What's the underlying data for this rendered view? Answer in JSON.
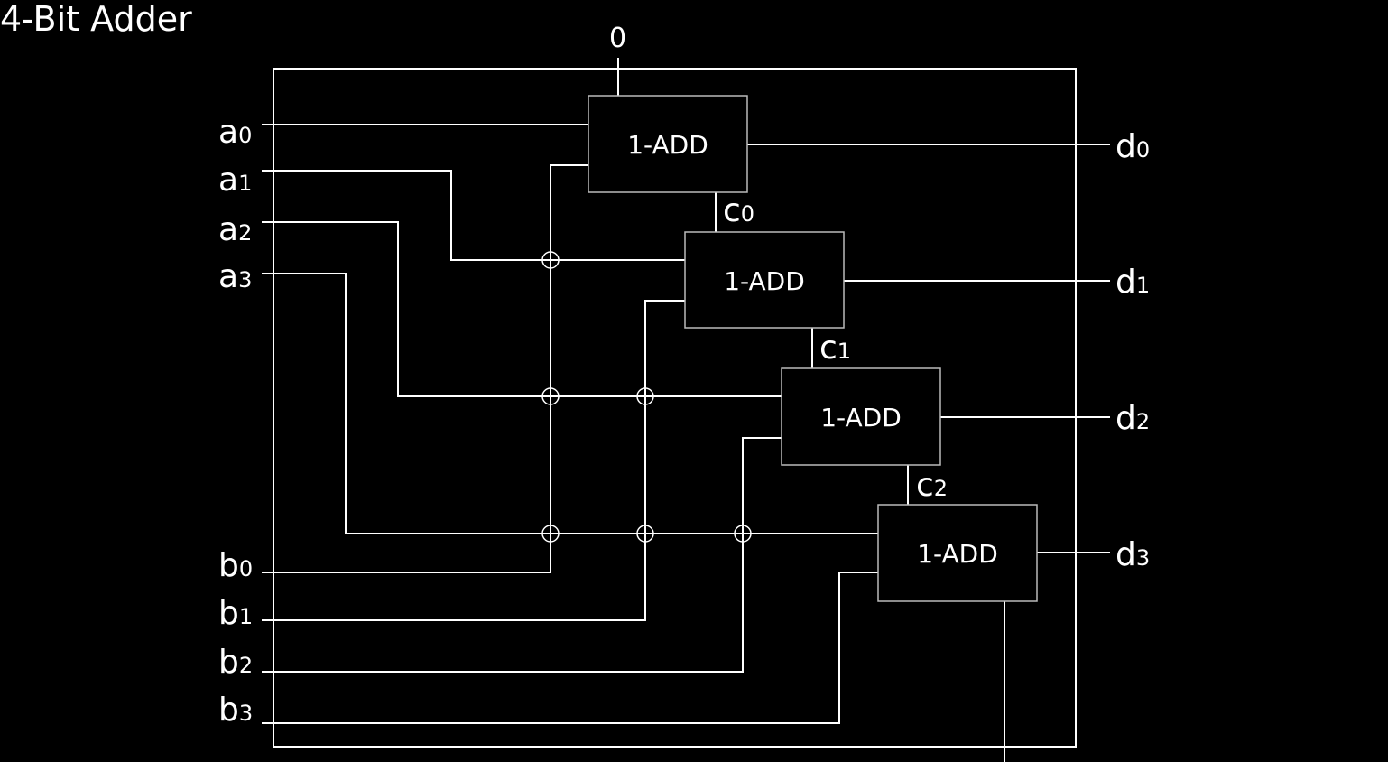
{
  "title": "4-Bit Adder",
  "carry_in": "0",
  "adder_label": "1-ADD",
  "inputs_a": [
    {
      "base": "a",
      "sub": "0"
    },
    {
      "base": "a",
      "sub": "1"
    },
    {
      "base": "a",
      "sub": "2"
    },
    {
      "base": "a",
      "sub": "3"
    }
  ],
  "inputs_b": [
    {
      "base": "b",
      "sub": "0"
    },
    {
      "base": "b",
      "sub": "1"
    },
    {
      "base": "b",
      "sub": "2"
    },
    {
      "base": "b",
      "sub": "3"
    }
  ],
  "outputs_d": [
    {
      "base": "d",
      "sub": "0"
    },
    {
      "base": "d",
      "sub": "1"
    },
    {
      "base": "d",
      "sub": "2"
    },
    {
      "base": "d",
      "sub": "3"
    }
  ],
  "carries": [
    {
      "base": "c",
      "sub": "0"
    },
    {
      "base": "c",
      "sub": "1"
    },
    {
      "base": "c",
      "sub": "2"
    }
  ]
}
